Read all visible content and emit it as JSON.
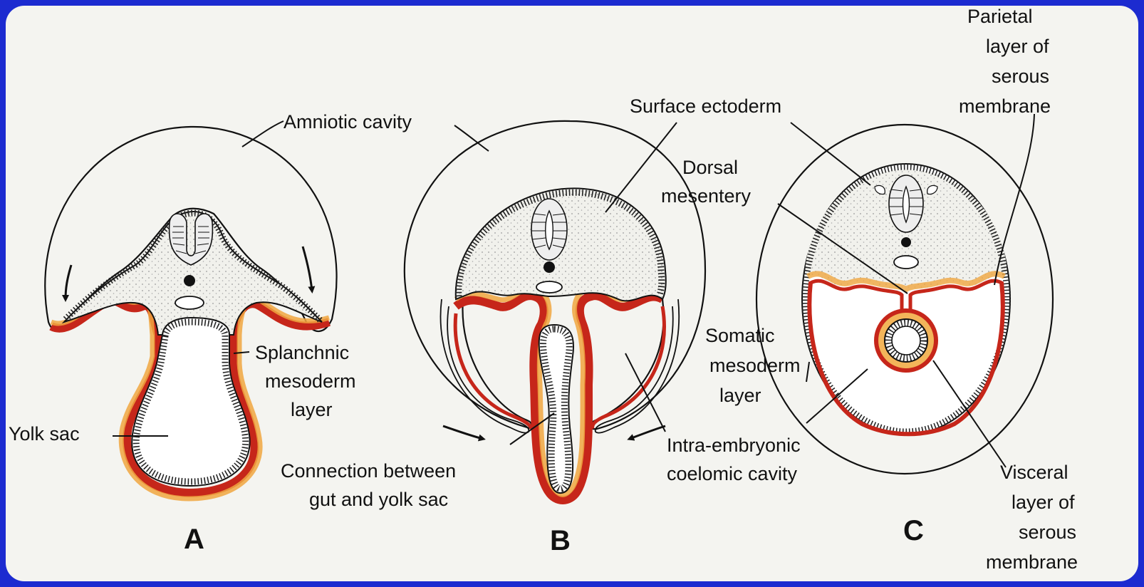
{
  "panels": {
    "a": {
      "letter": "A"
    },
    "b": {
      "letter": "B"
    },
    "c": {
      "letter": "C"
    }
  },
  "labels": {
    "amniotic_cavity": "Amniotic cavity",
    "splanchnic": [
      "Splanchnic",
      "mesoderm",
      "layer"
    ],
    "yolk_sac": "Yolk sac",
    "surface_ectoderm": "Surface ectoderm",
    "dorsal_mesentery": [
      "Dorsal",
      "mesentery"
    ],
    "connection": [
      "Connection between",
      "gut and yolk sac"
    ],
    "intra_embryonic": [
      "Intra-embryonic",
      "coelomic cavity"
    ],
    "somatic": [
      "Somatic",
      "mesoderm",
      "layer"
    ],
    "parietal": [
      "Parietal",
      "layer of",
      "serous",
      "membrane"
    ],
    "visceral": [
      "Visceral",
      "layer of",
      "serous",
      "membrane"
    ]
  },
  "colors": {
    "frame": "#1c2bd0",
    "paper": "#f4f4f0",
    "mesoderm_red": "#c6261a",
    "mesoderm_orange": "#f0a640",
    "tissue_stipple": "#efefea"
  }
}
